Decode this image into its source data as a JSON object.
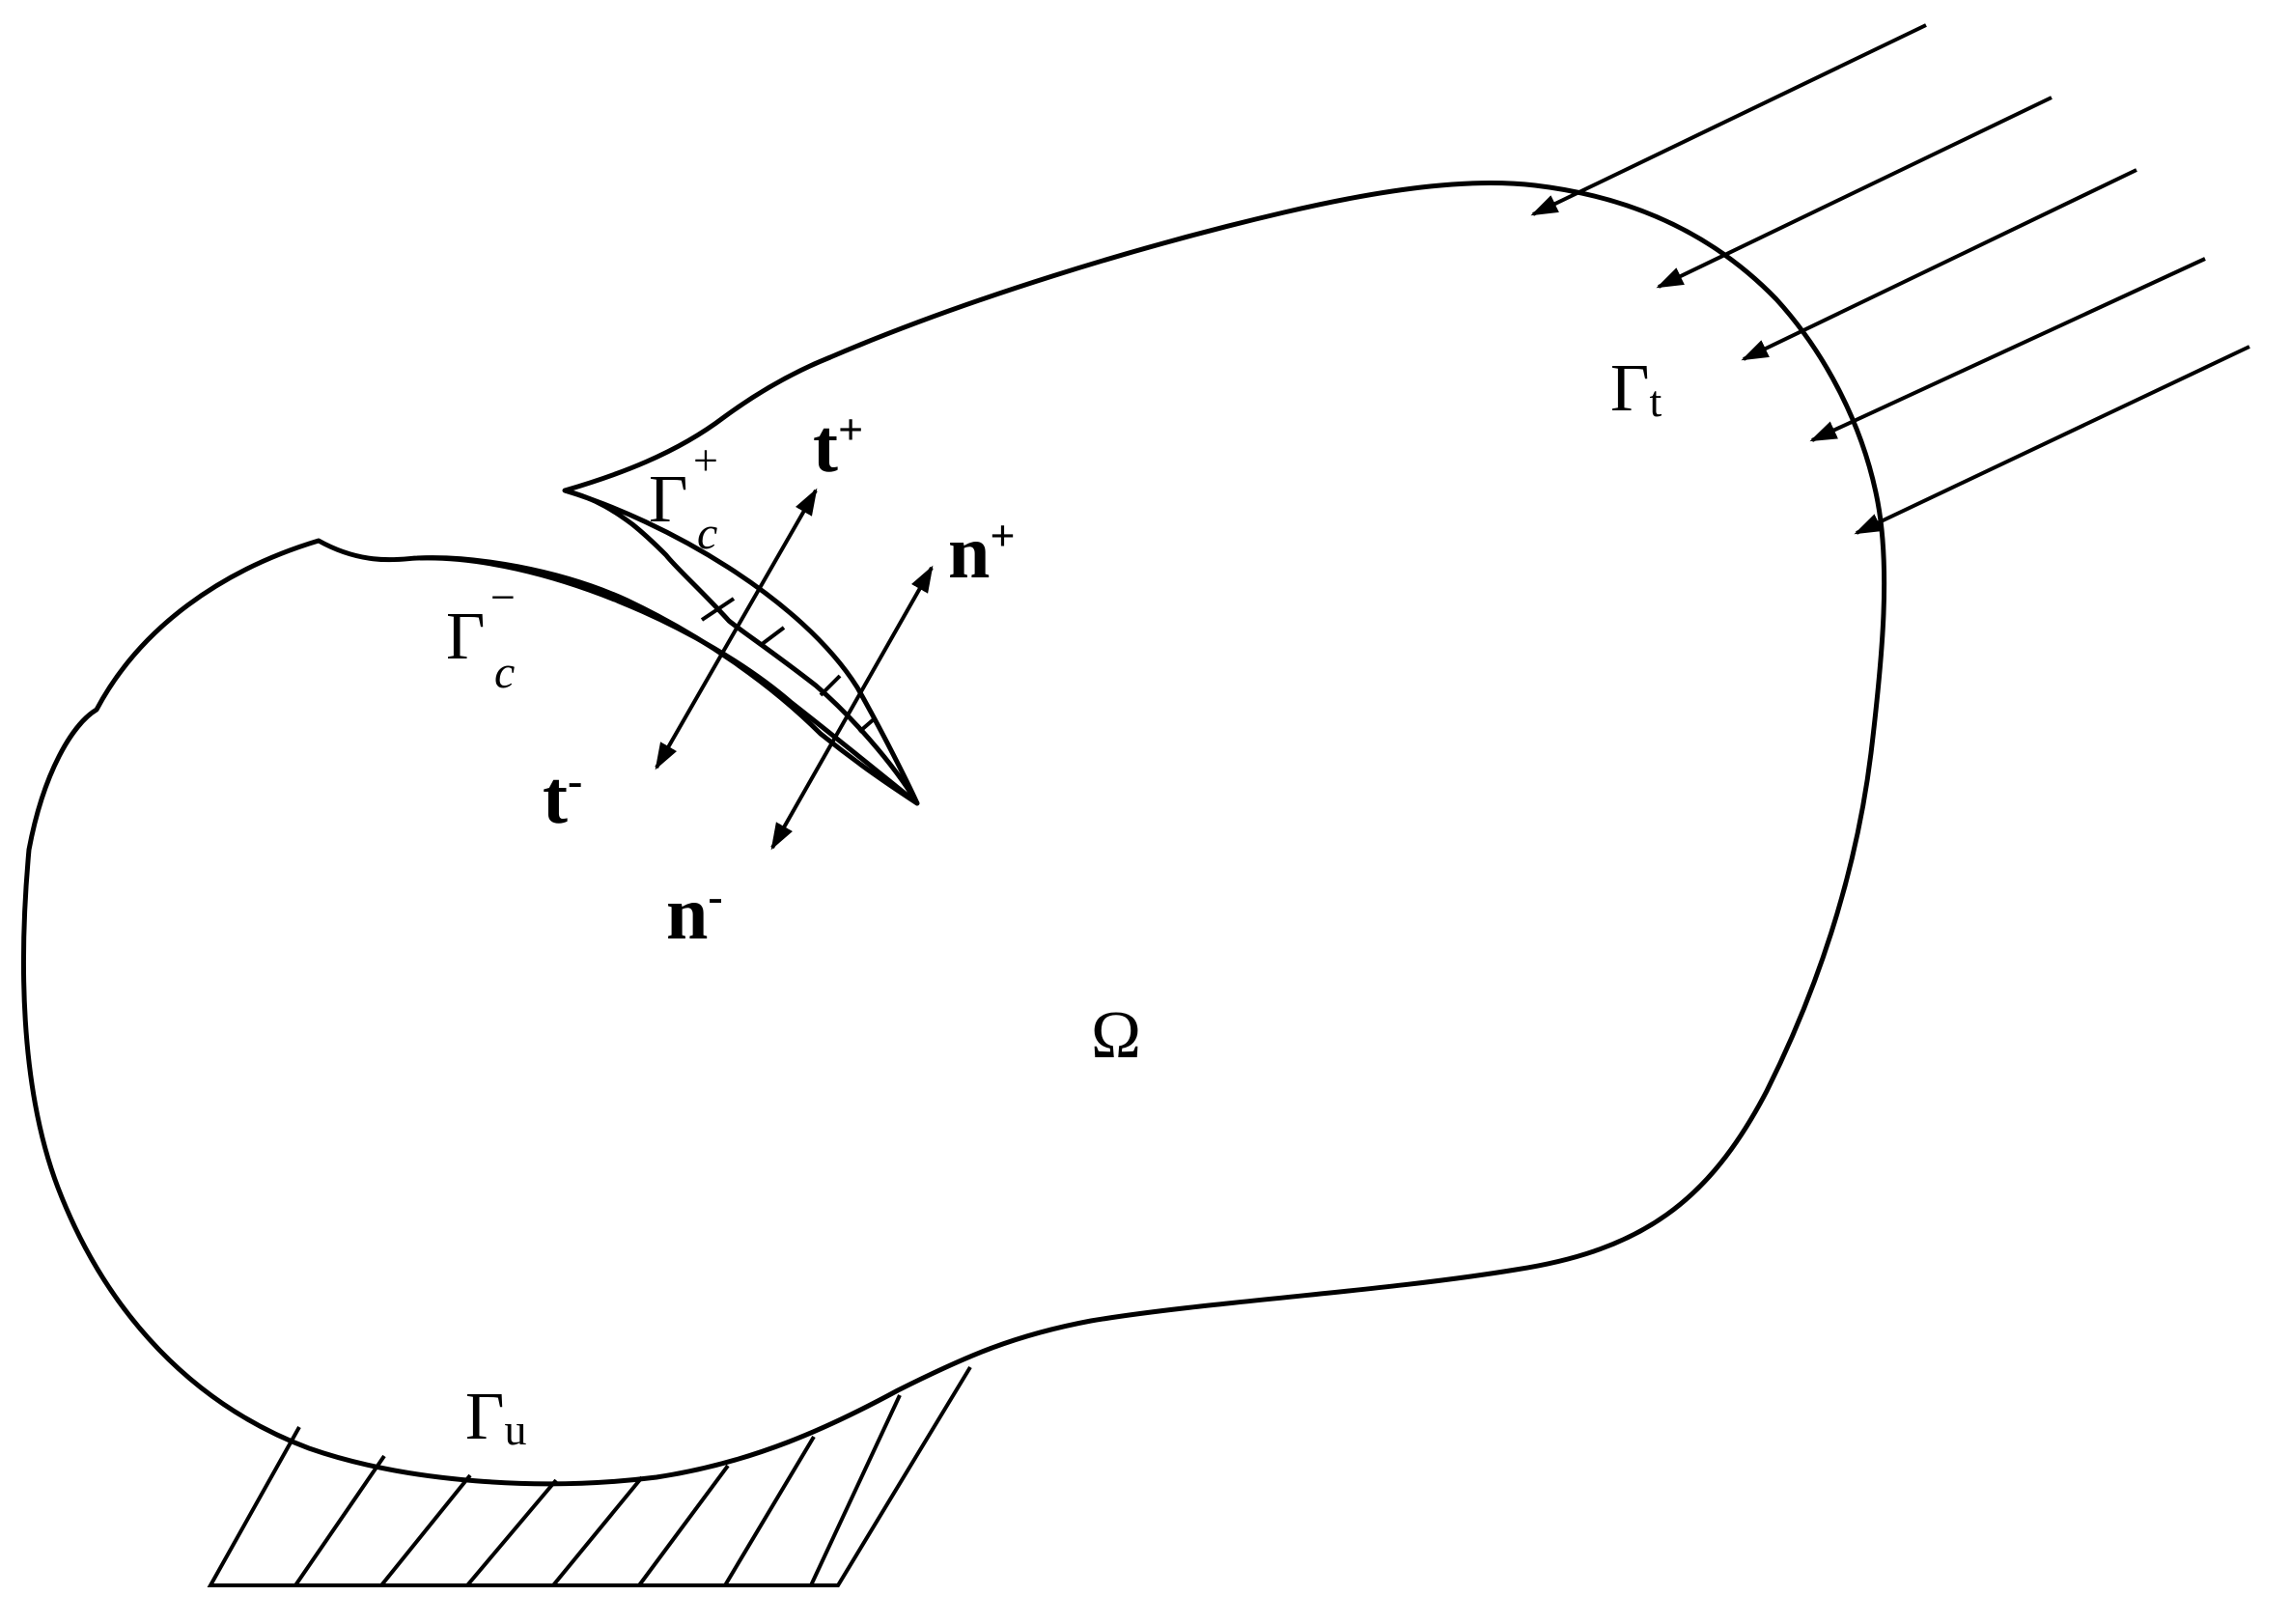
{
  "labels": {
    "domain": "Ω",
    "gamma": "Γ",
    "gamma_t_sub": "t",
    "gamma_u_sub": "u",
    "gamma_c_sub": "c",
    "plus": "+",
    "minus": "−",
    "t_symbol": "t",
    "n_symbol": "n",
    "t_minus_sup": "-",
    "n_minus_sup": "-"
  },
  "colors": {
    "stroke": "#000000",
    "background": "#ffffff"
  }
}
